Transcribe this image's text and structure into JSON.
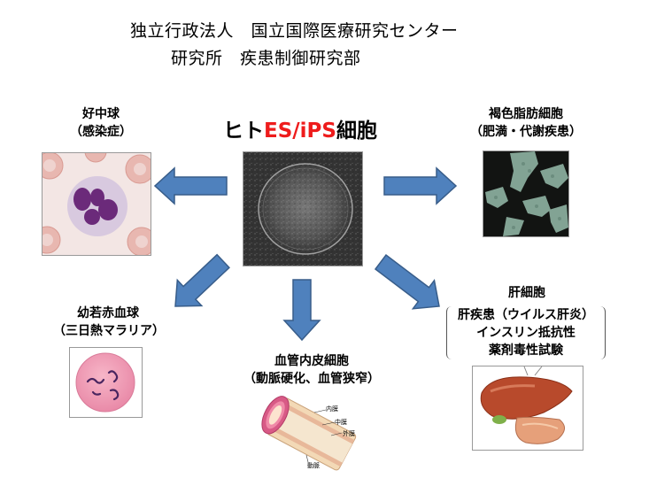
{
  "header": {
    "line1": "独立行政法人　国立国際医療研究センター",
    "line2": "研究所　疾患制御研究部"
  },
  "center": {
    "title_prefix": "ヒト",
    "title_highlight": "ES/iPS",
    "title_suffix": "細胞"
  },
  "targets": {
    "neutrophil": {
      "label": "好中球",
      "sub": "（感染症）"
    },
    "brown_fat": {
      "label": "褐色脂肪細胞",
      "sub": "（肥満・代謝疾患）"
    },
    "erythroblast": {
      "label": "幼若赤血球",
      "sub": "（三日熱マラリア）"
    },
    "endothelial": {
      "label": "血管内皮細胞",
      "sub": "（動脈硬化、血管狭窄）",
      "diagram_labels": [
        "内膜",
        "中膜",
        "外膜",
        "動脈"
      ]
    },
    "liver": {
      "label": "肝細胞",
      "apps": [
        "肝疾患（ウイルス肝炎）",
        "インスリン抵抗性",
        "薬剤毒性試験"
      ]
    }
  },
  "colors": {
    "arrow_fill": "#4f81bd",
    "arrow_stroke": "#385d8a",
    "highlight": "#ee1c1c"
  }
}
